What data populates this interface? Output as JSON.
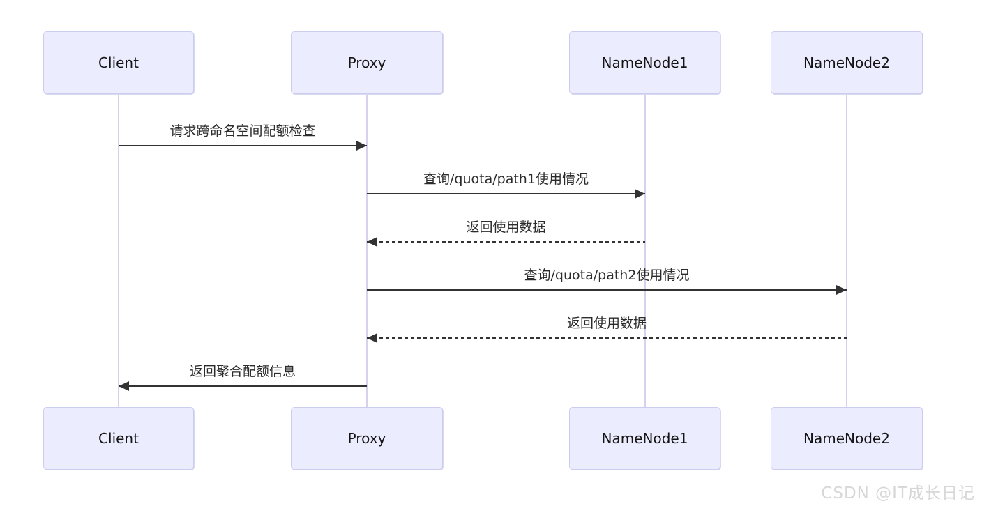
{
  "diagram": {
    "type": "sequence",
    "actors": [
      {
        "id": "client",
        "label": "Client"
      },
      {
        "id": "proxy",
        "label": "Proxy"
      },
      {
        "id": "namenode1",
        "label": "NameNode1"
      },
      {
        "id": "namenode2",
        "label": "NameNode2"
      }
    ],
    "messages": [
      {
        "from": "Client",
        "to": "Proxy",
        "text": "请求跨命名空间配额检查",
        "line": "solid"
      },
      {
        "from": "Proxy",
        "to": "NameNode1",
        "text": "查询/quota/path1使用情况",
        "line": "solid"
      },
      {
        "from": "NameNode1",
        "to": "Proxy",
        "text": "返回使用数据",
        "line": "dashed"
      },
      {
        "from": "Proxy",
        "to": "NameNode2",
        "text": "查询/quota/path2使用情况",
        "line": "solid"
      },
      {
        "from": "NameNode2",
        "to": "Proxy",
        "text": "返回使用数据",
        "line": "dashed"
      },
      {
        "from": "Proxy",
        "to": "Client",
        "text": "返回聚合配额信息",
        "line": "solid"
      }
    ],
    "colors": {
      "actor_fill": "#ECECFF",
      "actor_border": "#CCCCEE",
      "lifeline": "#D8D0EE",
      "arrow": "#333333",
      "label_text": "#2B2B2B"
    }
  },
  "watermark": "CSDN @IT成长日记"
}
